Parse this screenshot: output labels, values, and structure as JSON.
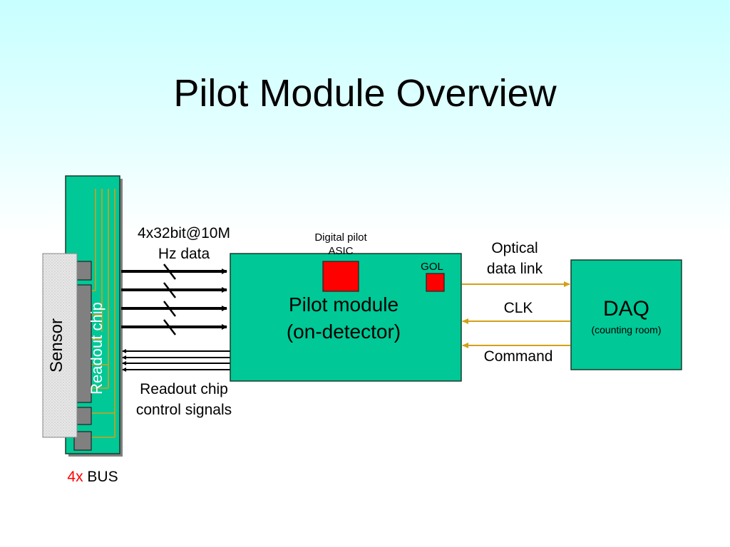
{
  "slide": {
    "title": "Pilot Module Overview"
  },
  "colors": {
    "board_green": "#00c896",
    "trace_gold": "#d4a017",
    "chip_red": "#ff0000",
    "chip_gray": "#808080",
    "bus_prefix_red": "#ff0000"
  },
  "bus_board": {
    "sensor_label": "Sensor",
    "readout_chip_label": "Readout chip",
    "multiplier": "4x",
    "bus_label": "BUS"
  },
  "links_left": {
    "data_label_line1": "4x32bit@10M",
    "data_label_line2": "Hz data",
    "control_label_line1": "Readout chip",
    "control_label_line2": "control signals"
  },
  "pilot_module": {
    "asic_label_line1": "Digital pilot",
    "asic_label_line2": "ASIC",
    "gol_label": "GOL",
    "title_line1": "Pilot module",
    "title_line2": "(on-detector)"
  },
  "links_right": {
    "optical_line1": "Optical",
    "optical_line2": "data link",
    "clk": "CLK",
    "command": "Command"
  },
  "daq": {
    "title": "DAQ",
    "subtitle": "(counting room)"
  }
}
